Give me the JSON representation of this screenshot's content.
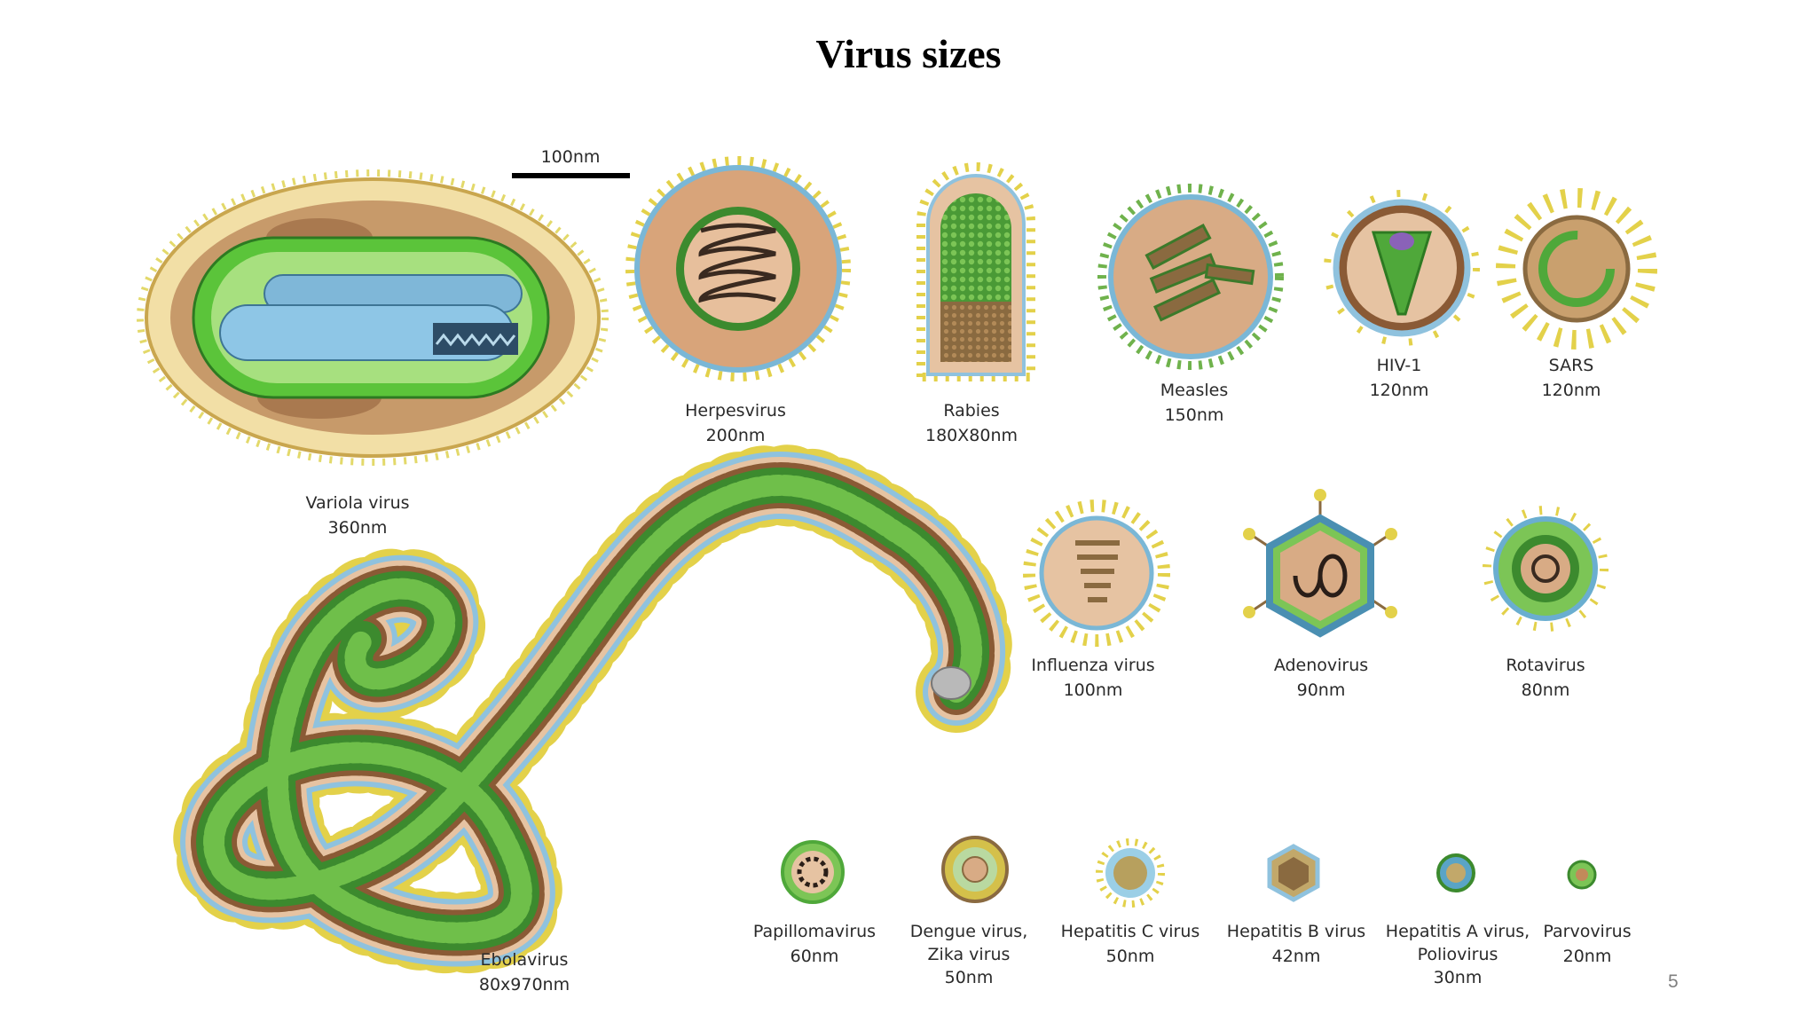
{
  "slide": {
    "title": "Virus sizes",
    "page_number": "5"
  },
  "scale_bar": {
    "label": "100nm"
  },
  "viruses": [
    {
      "id": "variola",
      "name": "Variola virus",
      "size": "360nm"
    },
    {
      "id": "herpes",
      "name": "Herpesvirus",
      "size": "200nm"
    },
    {
      "id": "rabies",
      "name": "Rabies",
      "size": "180X80nm"
    },
    {
      "id": "measles",
      "name": "Measles",
      "size": "150nm"
    },
    {
      "id": "hiv",
      "name": "HIV-1",
      "size": "120nm"
    },
    {
      "id": "sars",
      "name": "SARS",
      "size": "120nm"
    },
    {
      "id": "influenza",
      "name": "Influenza virus",
      "size": "100nm"
    },
    {
      "id": "adeno",
      "name": "Adenovirus",
      "size": "90nm"
    },
    {
      "id": "rota",
      "name": "Rotavirus",
      "size": "80nm"
    },
    {
      "id": "ebola",
      "name": "Ebolavirus",
      "size": "80x970nm"
    },
    {
      "id": "papilloma",
      "name": "Papillomavirus",
      "size": "60nm"
    },
    {
      "id": "dengue",
      "name": "Dengue virus,",
      "name2": "Zika virus",
      "size": "50nm"
    },
    {
      "id": "hepc",
      "name": "Hepatitis C virus",
      "size": "50nm"
    },
    {
      "id": "hepb",
      "name": "Hepatitis B virus",
      "size": "42nm"
    },
    {
      "id": "hepa",
      "name": "Hepatitis A virus,",
      "name2": "Poliovirus",
      "size": "30nm"
    },
    {
      "id": "parvo",
      "name": "Parvovirus",
      "size": "20nm"
    }
  ]
}
